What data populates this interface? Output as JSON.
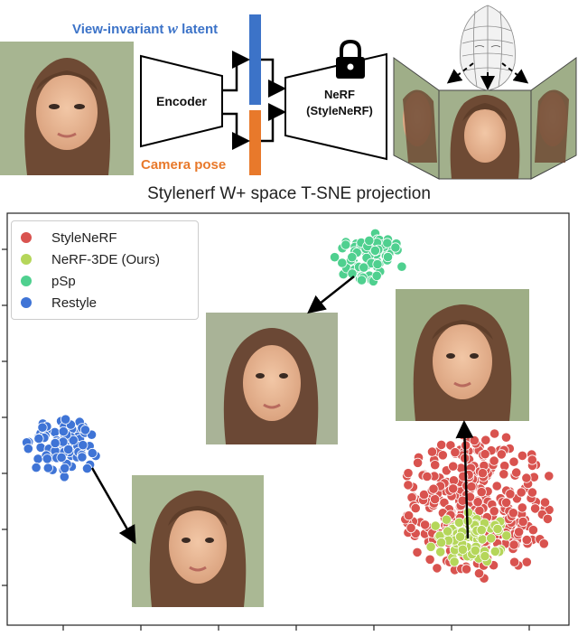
{
  "pipeline": {
    "latent_prefix": "View-invariant ",
    "latent_symbol": "w",
    "latent_suffix": " latent",
    "encoder_label": "Encoder",
    "camera_pose_label": "Camera pose",
    "nerf_label_line1": "NeRF",
    "nerf_label_line2": "(StyleNeRF)",
    "latent_color": "#3c73c8",
    "pose_color": "#e8792b",
    "lock_icon": "lock-icon",
    "head_icon": "head-mesh-icon"
  },
  "chart_data": {
    "type": "scatter",
    "title": "Stylenerf W+ space T-SNE projection",
    "xlabel": "",
    "ylabel": "",
    "grid": false,
    "legend_position": "top-left",
    "series": [
      {
        "name": "StyleNeRF",
        "color": "#d9534f",
        "center": [
          530,
          560
        ],
        "spread": [
          85,
          80
        ],
        "count": 330
      },
      {
        "name": "NeRF-3DE (Ours)",
        "color": "#b5d65a",
        "center": [
          520,
          595
        ],
        "spread": [
          45,
          28
        ],
        "count": 90
      },
      {
        "name": "pSp",
        "color": "#4fd08f",
        "center": [
          410,
          285
        ],
        "spread": [
          38,
          28
        ],
        "count": 85
      },
      {
        "name": "Restyle",
        "color": "#3f74d6",
        "center": [
          70,
          495
        ],
        "spread": [
          40,
          32
        ],
        "count": 95
      }
    ]
  }
}
